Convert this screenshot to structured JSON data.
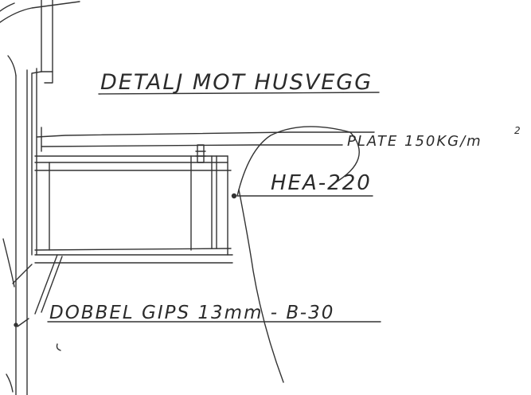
{
  "drawing": {
    "title": "DETALJ MOT HUSVEGG",
    "labels": {
      "plate": "PLATE",
      "plate_load": "150KG/m",
      "plate_load_exp": "2",
      "beam": "HEA-220",
      "lining": "DOBBEL GIPS 13mm - B-30"
    },
    "ink_color": "#2b2b2b"
  }
}
